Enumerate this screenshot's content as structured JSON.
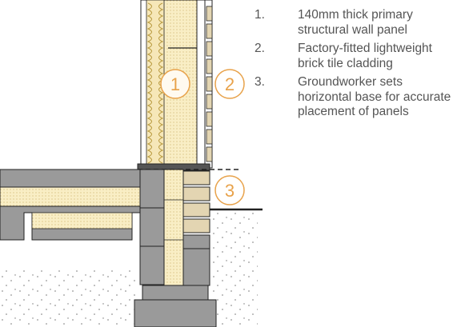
{
  "callouts": [
    "1",
    "2",
    "3"
  ],
  "labels": [
    {
      "number": "1.",
      "text": "140mm thick primary structural wall panel"
    },
    {
      "number": "2.",
      "text": "Factory-fitted lightweight brick tile cladding"
    },
    {
      "number": "3.",
      "text": "Groundworker sets horizontal base for accurate placement of panels"
    }
  ],
  "colors": {
    "insulation": "#f9eec5",
    "insulation_dots": "#d9c680",
    "brick": "#e3d5b2",
    "block": "#8e8e8e",
    "concrete": "#9a9a9a",
    "callout_stroke": "#e8a24a",
    "callout_text": "#e8a24a",
    "line": "#222222"
  }
}
